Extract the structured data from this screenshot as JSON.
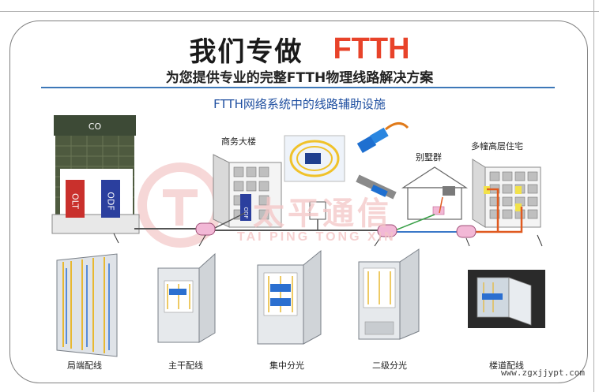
{
  "header": {
    "title_cn": "我们专做",
    "title_en": "FTTH",
    "subtitle": "为您提供专业的完整FTTH物理线路解决方案",
    "section_title": "FTTH网络系统中的线路辅助设施"
  },
  "diagram": {
    "co_label": "CO",
    "olt_label": "OLT",
    "odf_label": "ODF",
    "building_label": "商务大楼",
    "villa_label": "别墅群",
    "highrise_label": "多幢高层住宅",
    "small_odf_label": "ODF"
  },
  "cabinets": [
    {
      "label": "局端配线"
    },
    {
      "label": "主干配线"
    },
    {
      "label": "集中分光"
    },
    {
      "label": "二级分光"
    },
    {
      "label": "楼道配线"
    }
  ],
  "watermark": {
    "cn": "太平通信",
    "en": "TAI PING TONG XIN"
  },
  "footer": {
    "url": "www.zgxjjypt.com"
  },
  "colors": {
    "accent_red": "#e8432a",
    "rule_blue": "#3d78b8",
    "title_blue": "#1f4fa0",
    "olt_red": "#c9302c",
    "odf_blue": "#2b3f9e",
    "connector_pink": "#f2b8d6"
  }
}
